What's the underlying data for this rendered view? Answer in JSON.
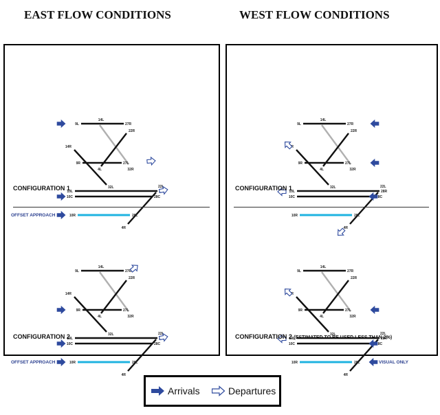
{
  "headings": {
    "east": "EAST FLOW CONDITIONS",
    "west": "WEST FLOW CONDITIONS"
  },
  "runway_labels": {
    "r9L": "9L",
    "r27R": "27R",
    "r14L": "14L",
    "r22R": "22R",
    "r14R": "14R",
    "r9R": "9R",
    "r27L": "27L",
    "r4L": "4L",
    "r32R": "32R",
    "r10L": "10L",
    "r28R": "28R",
    "r22L": "22L",
    "r32L": "32L",
    "r10C": "10C",
    "r28C": "28C",
    "r10R": "10R",
    "r28L": "28L",
    "r4R": "4R"
  },
  "east": {
    "config1": {
      "label": "CONFIGURATION 1",
      "note": "OFFSET APPROACH"
    },
    "config2": {
      "label": "CONFIGURATION 2",
      "note": "OFFSET APPROACH"
    }
  },
  "west": {
    "config1": {
      "label": "CONFIGURATION 1"
    },
    "config2": {
      "label": "CONFIGURATION 2",
      "sublabel": "(ESTIMATED TO BE USED LESS THAN 2%)",
      "note": "VISUAL ONLY"
    }
  },
  "legend": {
    "arrivals": "Arrivals",
    "departures": "Departures"
  },
  "colors": {
    "runway": "#111111",
    "closed_runway": "#b0b0b0",
    "offset_runway": "#1fb3e0",
    "arrow": "#2e4a9e"
  }
}
